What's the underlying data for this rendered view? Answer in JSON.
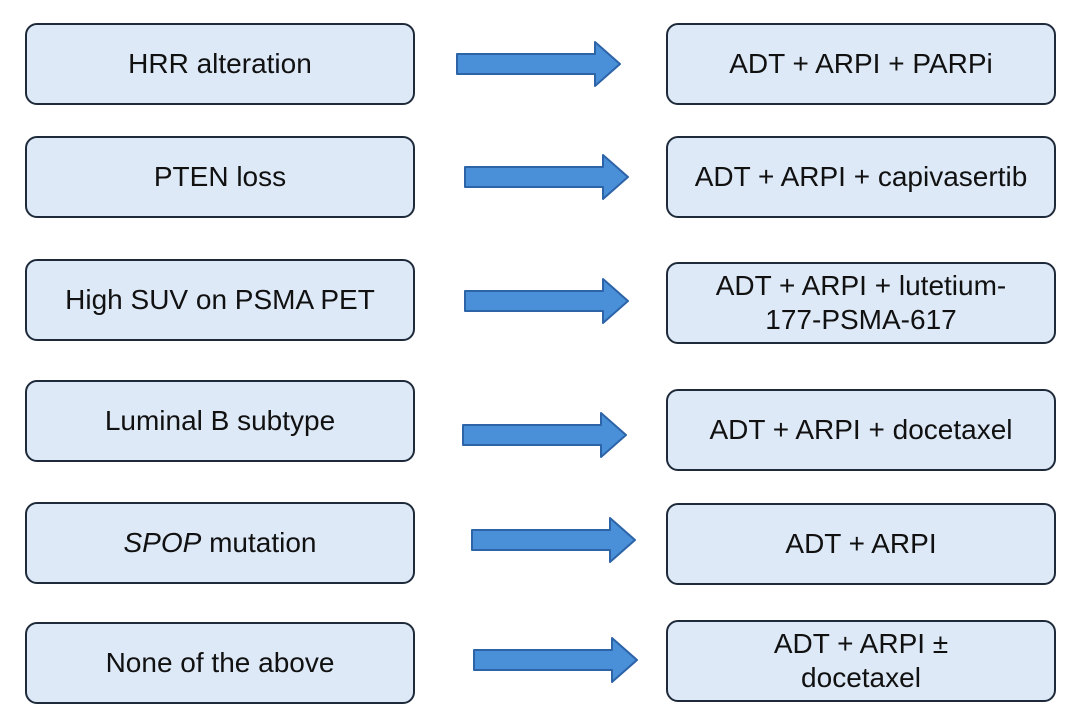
{
  "colors": {
    "box_fill": "#dde9f7",
    "box_border": "#1e2a3a",
    "arrow_fill": "#4a90d9",
    "arrow_stroke": "#2d64a8"
  },
  "rows": [
    {
      "condition": "HRR alteration",
      "treatment": "ADT + ARPI + PARPi"
    },
    {
      "condition": "PTEN loss",
      "treatment": "ADT + ARPI + capivasertib"
    },
    {
      "condition": "High SUV on PSMA PET",
      "treatment_line1": "ADT + ARPI + lutetium-",
      "treatment_line2": "177-PSMA-617"
    },
    {
      "condition": "Luminal B subtype",
      "treatment": "ADT + ARPI + docetaxel"
    },
    {
      "condition_italic": "SPOP",
      "condition_rest": " mutation",
      "treatment": "ADT + ARPI"
    },
    {
      "condition": "None of the above",
      "treatment_line1": "ADT + ARPI ±",
      "treatment_line2": "docetaxel"
    }
  ]
}
